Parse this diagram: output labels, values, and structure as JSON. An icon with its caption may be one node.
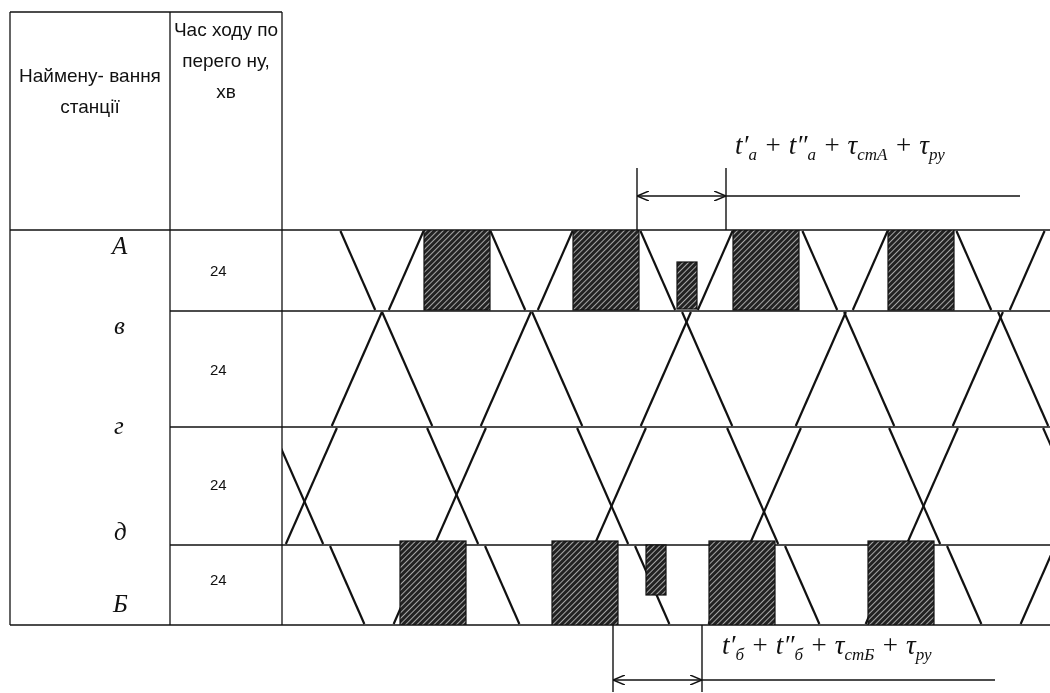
{
  "diagram": {
    "labels": [
      "Наймену- вання станції",
      "Час ходу по перего ну, хв",
      "А",
      "24",
      "в",
      "24",
      "г",
      "24",
      "д",
      "24",
      "Б",
      "t′$_{а}$ + t″$_{а}$ + τ$_{стА}$ + τ$_{ру}$",
      "t′$_{б}$ + t″$_{б}$ + τ$_{стБ}$ + τ$_{ру}$"
    ]
  }
}
